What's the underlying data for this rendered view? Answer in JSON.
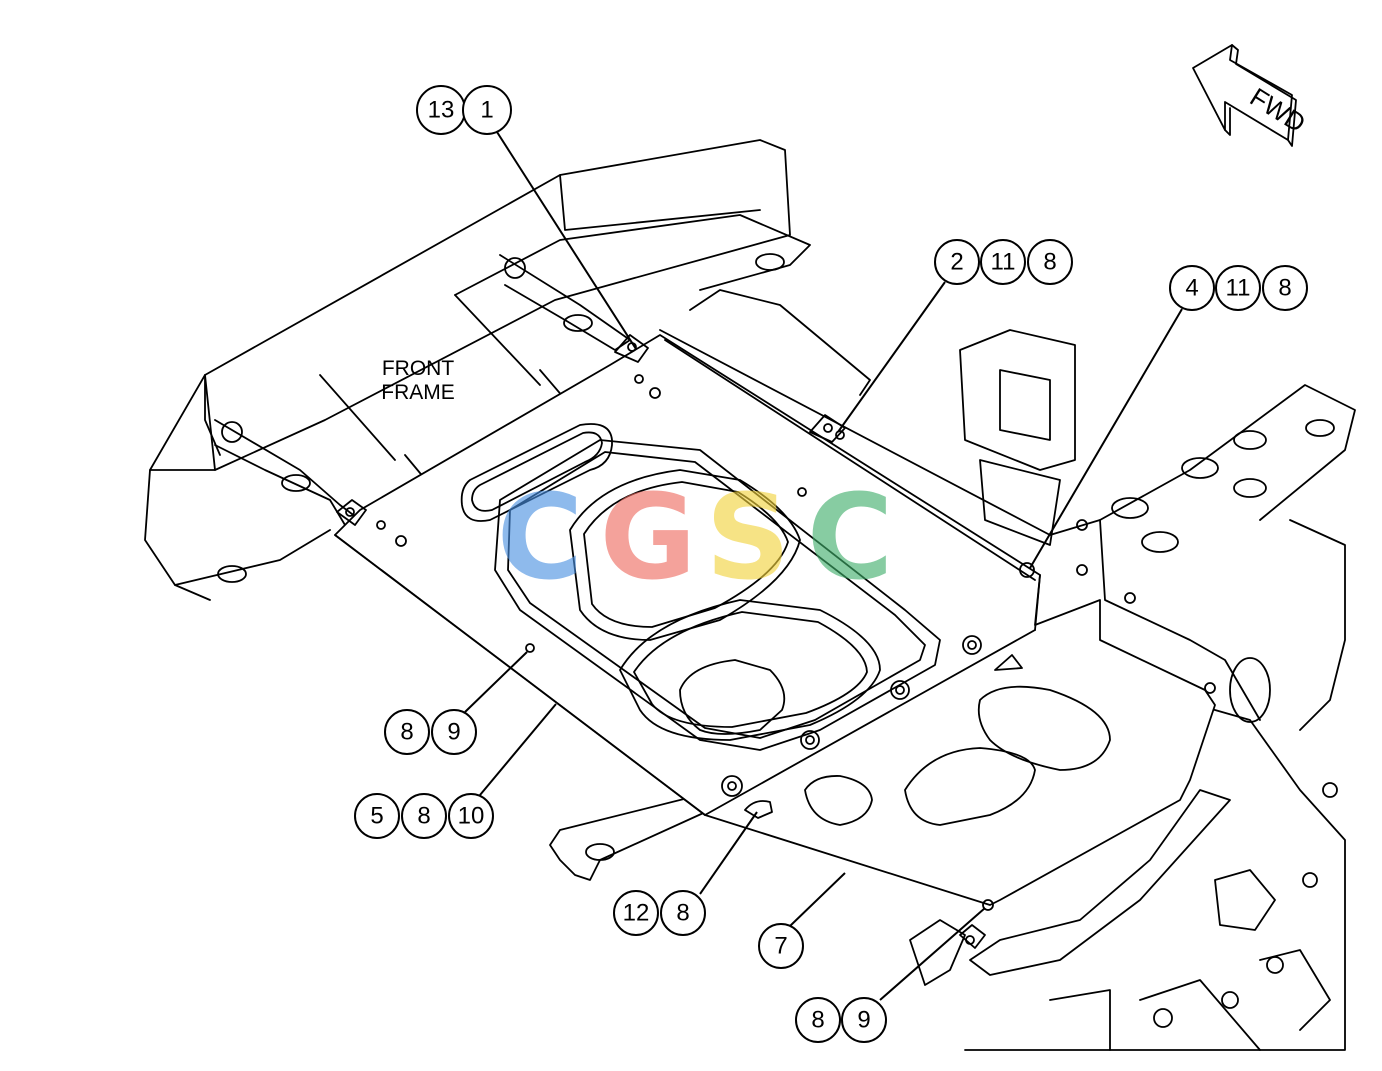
{
  "diagram": {
    "labels": {
      "front_frame_line1": "FRONT",
      "front_frame_line2": "FRAME",
      "fwd": "FWD"
    },
    "callouts": [
      {
        "id": "c-13-1",
        "numbers": [
          "13",
          "1"
        ]
      },
      {
        "id": "c-2-11-8",
        "numbers": [
          "2",
          "11",
          "8"
        ]
      },
      {
        "id": "c-4-11-8",
        "numbers": [
          "4",
          "11",
          "8"
        ]
      },
      {
        "id": "c-8-9-left",
        "numbers": [
          "8",
          "9"
        ]
      },
      {
        "id": "c-5-8-10",
        "numbers": [
          "5",
          "8",
          "10"
        ]
      },
      {
        "id": "c-12-8",
        "numbers": [
          "12",
          "8"
        ]
      },
      {
        "id": "c-7",
        "numbers": [
          "7"
        ]
      },
      {
        "id": "c-8-9-bottom",
        "numbers": [
          "8",
          "9"
        ]
      }
    ],
    "watermark": {
      "letters": [
        "C",
        "G",
        "S",
        "C"
      ],
      "colors": [
        "#4a90e2",
        "#ee6a5f",
        "#f2d23c",
        "#3fae6a"
      ]
    }
  }
}
